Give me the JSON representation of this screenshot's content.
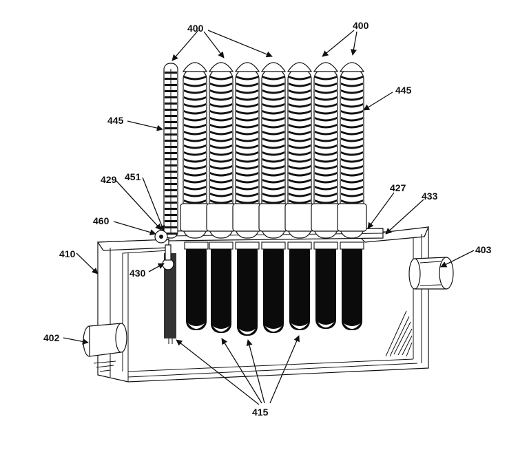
{
  "figure": {
    "labels": {
      "l400a": "400",
      "l400b": "400",
      "l445a": "445",
      "l445b": "445",
      "l429": "429",
      "l451": "451",
      "l427": "427",
      "l433": "433",
      "l460": "460",
      "l410": "410",
      "l430": "430",
      "l403": "403",
      "l402": "402",
      "l415": "415"
    }
  }
}
